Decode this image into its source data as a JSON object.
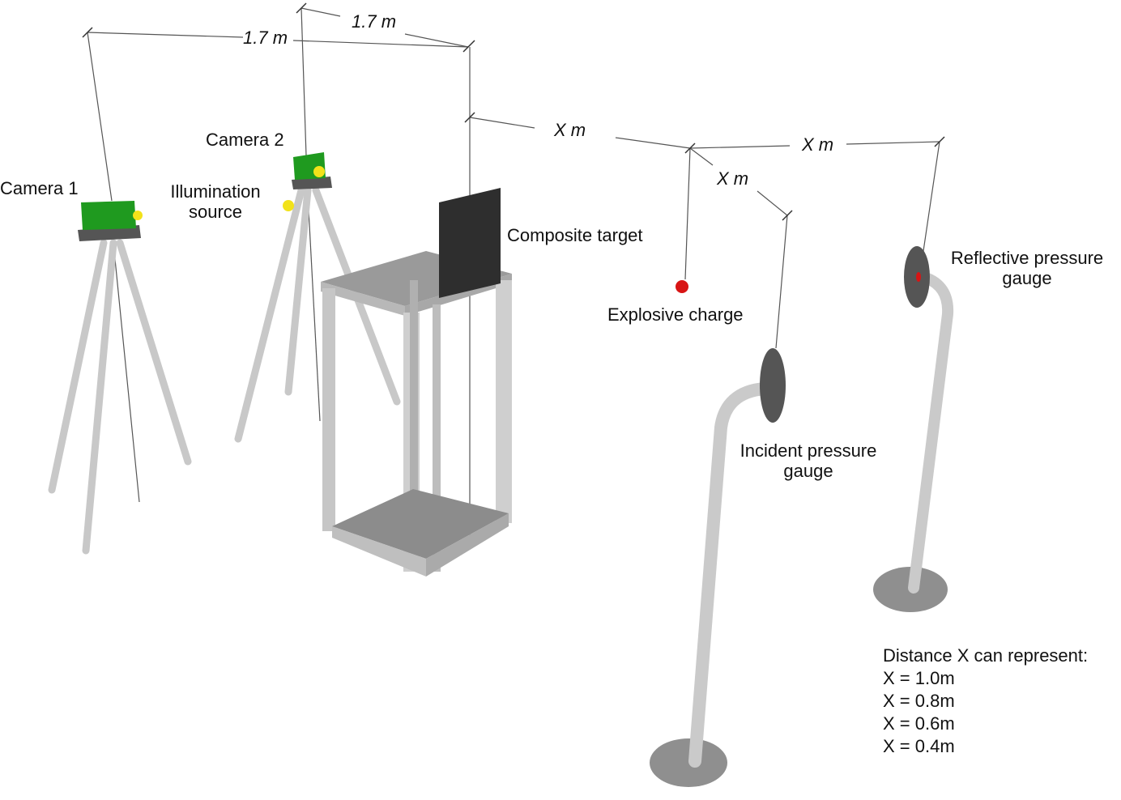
{
  "labels": {
    "camera1": "Camera 1",
    "camera2": "Camera 2",
    "illumination_line1": "Illumination",
    "illumination_line2": "source",
    "composite_target": "Composite target",
    "explosive_charge": "Explosive charge",
    "incident_line1": "Incident pressure",
    "incident_line2": "gauge",
    "reflective_line1": "Reflective pressure",
    "reflective_line2": "gauge"
  },
  "dimensions": {
    "cam1_to_cam2": "1.7 m",
    "cam2_to_target": "1.7 m",
    "target_to_charge": "X m",
    "charge_to_reflective": "X m",
    "charge_to_incident": "X m"
  },
  "distance_note": {
    "heading": "Distance X can represent:",
    "values": [
      "X = 1.0m",
      "X = 0.8m",
      "X = 0.6m",
      "X = 0.4m"
    ]
  },
  "colors": {
    "camera_body": "#1f9a1f",
    "lens": "#f2e21a",
    "pole": "#c4c4c4",
    "base_disc": "#8f8f8f",
    "target_panel": "#2e2e2e",
    "charge": "#d81414",
    "dimension_line": "#555555"
  }
}
